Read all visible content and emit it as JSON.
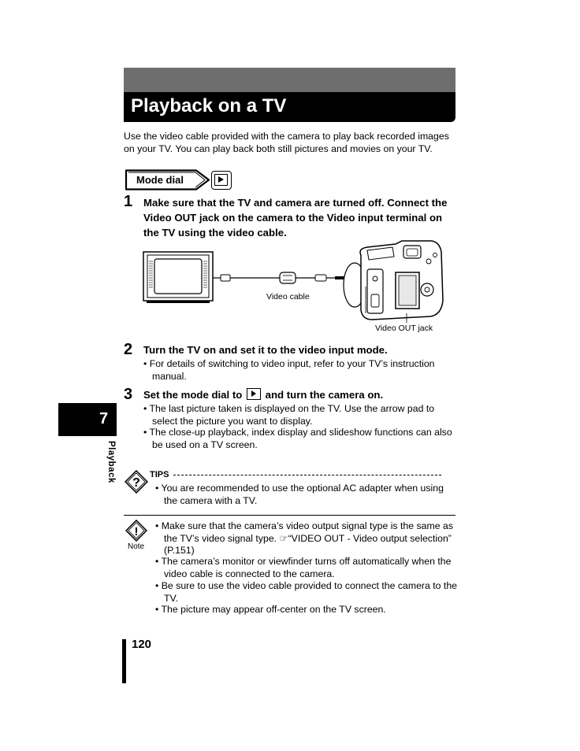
{
  "header": {
    "title": "Playback on a TV"
  },
  "intro": "Use the video cable provided with the camera to play back recorded images on your TV. You can play back both still pictures and movies on your TV.",
  "mode_dial": {
    "label": "Mode dial"
  },
  "steps": [
    {
      "num": "1",
      "text": "Make sure that the TV and camera are turned off. Connect the Video OUT jack on the camera to the Video input terminal on the TV using the video cable."
    },
    {
      "num": "2",
      "text": "Turn the TV on and set it to the video input mode.",
      "bullets": [
        "For details of switching to video input, refer to your TV’s instruction manual."
      ]
    },
    {
      "num": "3",
      "text_before": "Set the mode dial to",
      "text_after": "and turn the camera on.",
      "bullets": [
        "The last picture taken is displayed on the TV. Use the arrow pad to select the picture you want to display.",
        "The close-up playback, index display and slideshow functions can also be used on a TV screen."
      ]
    }
  ],
  "diagram": {
    "cable_label": "Video cable",
    "jack_label": "Video OUT jack"
  },
  "side_tab": {
    "number": "7",
    "label": "Playback"
  },
  "tips": {
    "label": "TIPS",
    "items": [
      "You are recommended to use the optional AC adapter when using the camera with a TV."
    ]
  },
  "note": {
    "label": "Note",
    "items": [
      {
        "before": "Make sure that the camera’s video output signal type is the same as the TV’s video signal type.",
        "ref_icon": "☞",
        "after": "“VIDEO OUT - Video output selection” (P.151)"
      },
      {
        "before": "The camera’s monitor or viewfinder turns off automatically when the video cable is connected to the camera."
      },
      {
        "before": "Be sure to use the video cable provided to connect the camera to the TV."
      },
      {
        "before": "The picture may appear off-center on the TV screen."
      }
    ]
  },
  "page_number": "120",
  "icons": {
    "tips": "question-diamond-icon",
    "note": "exclamation-diamond-icon",
    "play": "play-mode-icon"
  }
}
